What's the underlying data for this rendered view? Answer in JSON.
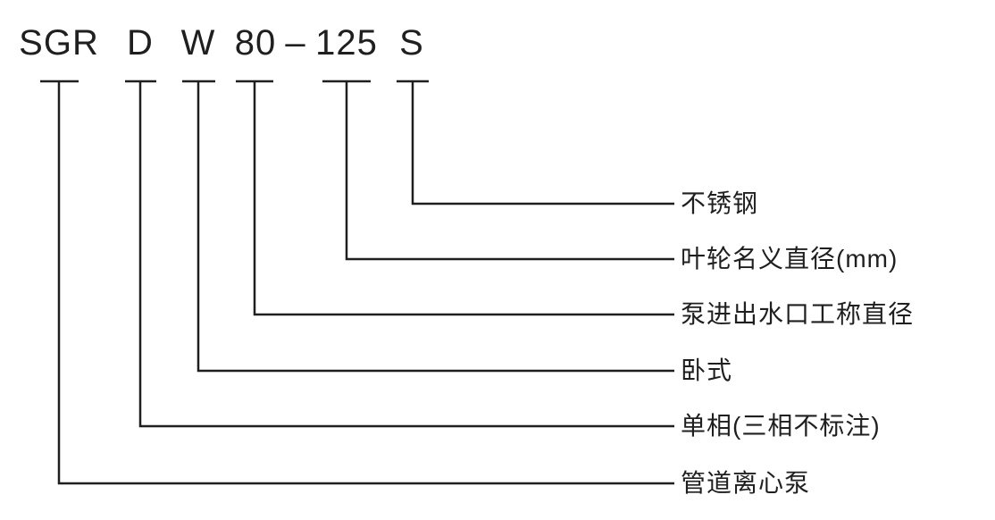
{
  "diagram": {
    "title_semantics": "pump-model-designation-diagram",
    "model_code": {
      "full": "SGR D W 80 – 125 S",
      "segments": [
        {
          "text": "SGR"
        },
        {
          "text": "D"
        },
        {
          "text": "W"
        },
        {
          "text": "80"
        },
        {
          "text": "–"
        },
        {
          "text": "125"
        },
        {
          "text": "S"
        }
      ]
    },
    "legend": [
      {
        "code": "S",
        "label": "不锈钢"
      },
      {
        "code": "125",
        "label": "叶轮名义直径(mm)"
      },
      {
        "code": "80",
        "label": "泵进出水口工称直径"
      },
      {
        "code": "W",
        "label": "卧式"
      },
      {
        "code": "D",
        "label": "单相(三相不标注)"
      },
      {
        "code": "SGR",
        "label": "管道离心泵"
      }
    ],
    "colors": {
      "text": "#1f1f1f",
      "line": "#1f1f1f",
      "background": "#ffffff"
    }
  }
}
